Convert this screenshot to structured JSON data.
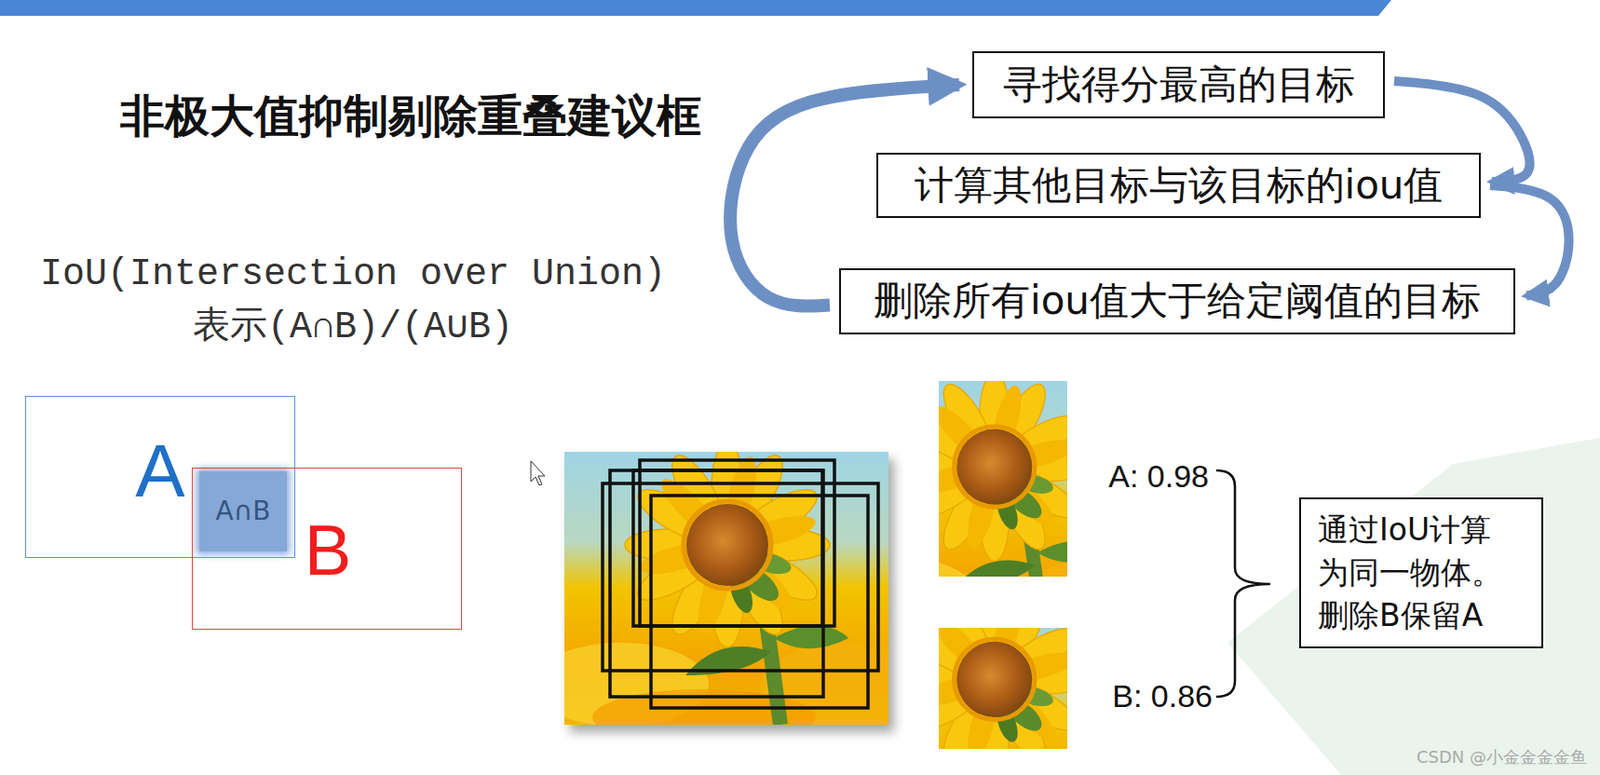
{
  "diagram": {
    "title": "非极大值抑制剔除重叠建议框",
    "nodes": [
      {
        "text": [
          "寻找得分最高的目标"
        ]
      },
      {
        "text": [
          "计算其他目标与该目标的iou值"
        ]
      },
      {
        "text": [
          "删除所有iou值大于给定阈值的目标"
        ]
      },
      {
        "text": [
          "A"
        ]
      },
      {
        "text": [
          "A∩B"
        ],
        "in": 3
      },
      {
        "text": [
          "B"
        ]
      },
      {
        "text": [
          "通过IoU计算 为同一物体。 删除B保留A"
        ]
      }
    ],
    "edges": [
      {
        "from": 0,
        "to": 1,
        "arrow": "to"
      },
      {
        "from": 1,
        "to": 2,
        "arrow": "to"
      },
      {
        "from": 2,
        "to": 0,
        "arrow": "to"
      }
    ],
    "labels": [
      "IoU(Intersection over Union)",
      "表示(A∩B)/(A∪B)",
      "A: 0.98",
      "B: 0.86",
      "CSDN @小金金金金鱼"
    ]
  }
}
